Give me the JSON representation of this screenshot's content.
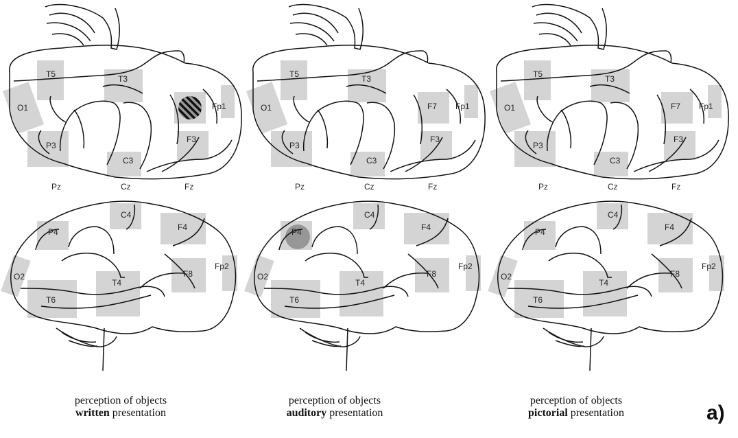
{
  "panels": [
    {
      "caption_line1": "perception of objects",
      "caption_bold": "written",
      "caption_rest": " presentation",
      "left_labels": {
        "T5": "T5",
        "T3": "T3",
        "O1": "O1",
        "P3": "P3",
        "C3": "C3",
        "F3": "F3",
        "Fp1": "Fp1",
        "F7": ""
      },
      "midline": {
        "Pz": "Pz",
        "Cz": "Cz",
        "Fz": "Fz"
      },
      "right_labels": {
        "C4": "C4",
        "P4": "P4",
        "F4": "F4",
        "O2": "O2",
        "T4": "T4",
        "F8": "F8",
        "Fp2": "Fp2",
        "T6": "T6"
      },
      "highlight": "hatched circle at F7 (left hemisphere)"
    },
    {
      "caption_line1": "perception of objects",
      "caption_bold": "auditory",
      "caption_rest": " presentation",
      "left_labels": {
        "T5": "T5",
        "T3": "T3",
        "O1": "O1",
        "P3": "P3",
        "C3": "C3",
        "F3": "F3",
        "Fp1": "Fp1",
        "F7": "F7"
      },
      "midline": {
        "Pz": "Pz",
        "Cz": "Cz",
        "Fz": "Fz"
      },
      "right_labels": {
        "C4": "C4",
        "P4": "P4",
        "F4": "F4",
        "O2": "O2",
        "T4": "T4",
        "F8": "F8",
        "Fp2": "Fp2",
        "T6": "T6"
      },
      "highlight": "grey circle at P4 (right hemisphere)"
    },
    {
      "caption_line1": "perception of objects",
      "caption_bold": "pictorial",
      "caption_rest": " presentation",
      "left_labels": {
        "T5": "T5",
        "T3": "T3",
        "O1": "O1",
        "P3": "P3",
        "C3": "C3",
        "F3": "F3",
        "Fp1": "Fp1",
        "F7": "F7"
      },
      "midline": {
        "Pz": "Pz",
        "Cz": "Cz",
        "Fz": "Fz"
      },
      "right_labels": {
        "C4": "C4",
        "P4": "P4",
        "F4": "F4",
        "O2": "O2",
        "T4": "T4",
        "F8": "F8",
        "Fp2": "Fp2",
        "T6": "T6"
      },
      "highlight": "none"
    }
  ],
  "panel_letter": "a)",
  "colors": {
    "electrode_box": "#d4d4d4",
    "outline": "#111111",
    "highlight_grey": "#8c8c8c"
  }
}
